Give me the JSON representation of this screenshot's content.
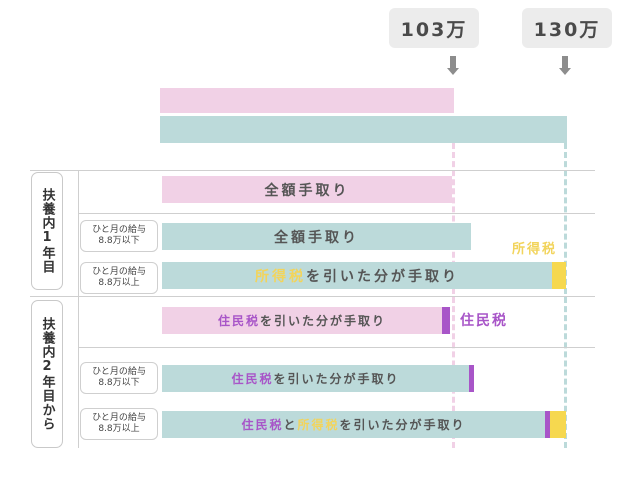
{
  "thresholds": {
    "left": "103万",
    "right": "130万"
  },
  "sections": {
    "first_year": "扶養内1年目",
    "second_year": "扶養内2年目から"
  },
  "conditions": {
    "under": [
      "ひと月の給与",
      "8.8万以下"
    ],
    "over": [
      "ひと月の給与",
      "8.8万以上"
    ]
  },
  "bars": {
    "r1": "全額手取り",
    "r2": "全額手取り",
    "r3": {
      "kw": "所得税",
      "rest": "を引いた分が手取り"
    },
    "r4": {
      "kw": "住民税",
      "rest": "を引いた分が手取り"
    },
    "r5": {
      "kw": "住民税",
      "rest": "を引いた分が手取り"
    },
    "r6": {
      "kw1": "住民税",
      "mid": "と",
      "kw2": "所得税",
      "rest": "を引いた分が手取り"
    }
  },
  "tags": {
    "income_tax": "所得税",
    "resident_tax": "住民税"
  },
  "colors": {
    "pink": "#f1d1e6",
    "teal": "#bcdada",
    "purple": "#a855c8",
    "yellow": "#f6d84f"
  }
}
